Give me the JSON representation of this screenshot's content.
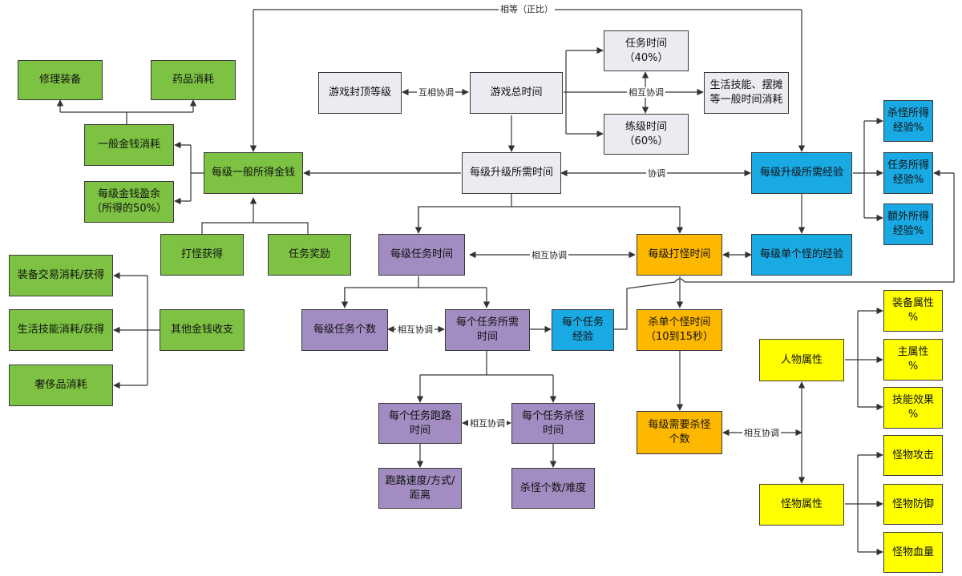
{
  "nodes": {
    "repair": "修理装备",
    "potion": "药品消耗",
    "general_spend": "一般金钱消耗",
    "surplus": "每级金钱盈余\n（所得的50%）",
    "level_money": "每级一般所得金钱",
    "kill_gain": "打怪获得",
    "quest_reward": "任务奖励",
    "equip_trade": "装备交易消耗/获得",
    "life_skill_money": "生活技能消耗/获得",
    "luxury": "奢侈品消耗",
    "other_money": "其他金钱收支",
    "level_cap": "游戏封顶等级",
    "total_time": "游戏总时间",
    "quest_time": "任务时间\n（40%）",
    "grind_time": "练级时间\n（60%）",
    "life_misc": "生活技能、摆摊\n等一般时间消耗",
    "level_up_time": "每级升级所需时间",
    "level_up_exp": "每级升级所需经验",
    "exp_kill": "杀怪所得\n经验%",
    "exp_quest": "任务所得\n经验%",
    "exp_extra": "额外所得\n经验%",
    "level_quest_time": "每级任务时间",
    "level_kill_time": "每级打怪时间",
    "single_monster_exp": "每级单个怪的经验",
    "quest_count": "每级任务个数",
    "per_quest_time": "每个任务所需\n时间",
    "per_quest_exp": "每个任务\n经验",
    "single_kill_time": "杀单个怪时间\n（10到15秒）",
    "quest_run_time": "每个任务跑路\n时间",
    "quest_kill_time": "每个任务杀怪\n时间",
    "run_speed": "跑路速度/方式/\n距离",
    "kill_count_diff": "杀怪个数/难度",
    "kills_needed": "每级需要杀怪\n个数",
    "char_attr": "人物属性",
    "equip_attr": "装备属性\n%",
    "main_attr": "主属性\n%",
    "skill_effect": "技能效果\n%",
    "monster_attr": "怪物属性",
    "monster_attack": "怪物攻击",
    "monster_defense": "怪物防御",
    "monster_hp": "怪物血量"
  },
  "edge_labels": {
    "equal": "相等（正比）",
    "mutual_cap": "互相协调",
    "mutual_time": "相互协调",
    "coord": "协调",
    "mutual_levels": "相互协调",
    "mutual_quest": "相互协调",
    "mutual_run": "相互协调",
    "mutual_monster": "相互协调"
  },
  "colors": {
    "green": "#7dc242",
    "gray": "#eeeaf2",
    "purple": "#a28cc1",
    "blue": "#19a9e3",
    "orange": "#ffb800",
    "yellow": "#ffff00",
    "line": "#333333"
  }
}
